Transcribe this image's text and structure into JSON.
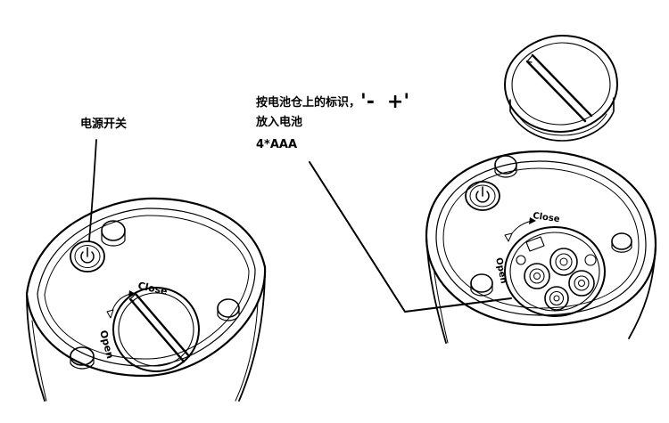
{
  "labels": {
    "power_switch": "电源开关",
    "instruction_text": "按电池仓上的标识，",
    "polarity_minus": "'-",
    "polarity_plus": "+'",
    "insert_battery": "放入电池",
    "battery_spec": "4*AAA"
  },
  "device_markings": {
    "open": "Open",
    "close": "Close"
  },
  "colors": {
    "line": "#000000",
    "background": "#ffffff"
  },
  "icons": {
    "power": "power-icon"
  }
}
